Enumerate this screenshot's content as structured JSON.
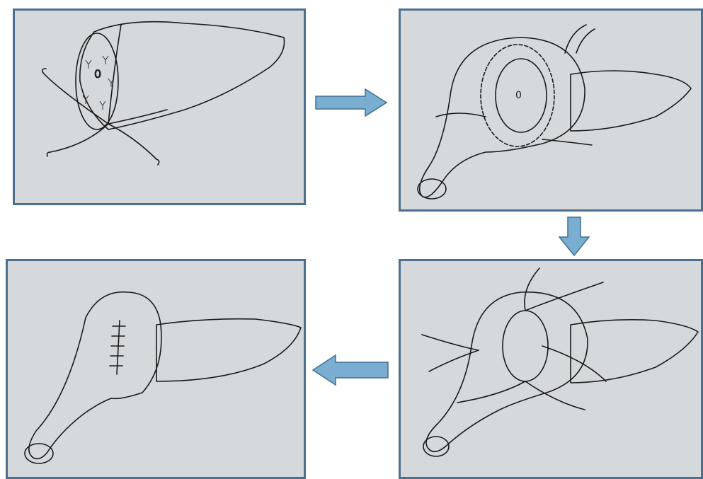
{
  "colors": {
    "panel_fill": "#d6d9dc",
    "panel_border": "#4d6f8f",
    "arrow_fill": "#7aaed0",
    "arrow_stroke": "#3f6f95",
    "ink": "#1a1a1a"
  },
  "panels": [
    {
      "step": 1
    },
    {
      "step": 2
    },
    {
      "step": 3
    },
    {
      "step": 4
    }
  ],
  "arrows": [
    {
      "from": 1,
      "to": 2,
      "direction": "right"
    },
    {
      "from": 2,
      "to": 3,
      "direction": "down"
    },
    {
      "from": 3,
      "to": 4,
      "direction": "left"
    }
  ]
}
